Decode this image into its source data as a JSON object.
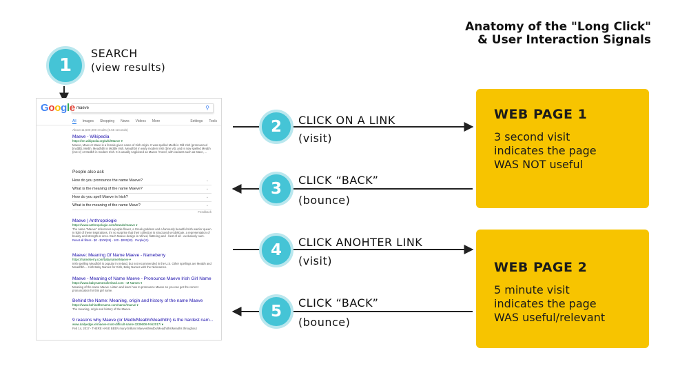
{
  "title": {
    "line1": "Anatomy of the \"Long Click\"",
    "line2": "& User Interaction Signals"
  },
  "steps": [
    {
      "number": "1",
      "label": "SEARCH",
      "sub": "(view results)"
    },
    {
      "number": "2",
      "label": "CLICK ON A LINK",
      "sub": "(visit)"
    },
    {
      "number": "3",
      "label": "CLICK “BACK”",
      "sub": "(bounce)"
    },
    {
      "number": "4",
      "label": "CLICK ANOHTER LINK",
      "sub": "(visit)"
    },
    {
      "number": "5",
      "label": "CLICK “BACK”",
      "sub": "(bounce)"
    }
  ],
  "web_pages": [
    {
      "title": "WEB PAGE 1",
      "lines": [
        "3 second visit",
        "indicates the page",
        "WAS NOT useful"
      ]
    },
    {
      "title": "WEB PAGE 2",
      "lines": [
        "5 minute visit",
        "indicates the page",
        "WAS useful/relevant"
      ]
    }
  ],
  "colors": {
    "step_fill": "#45c4d6",
    "step_ring": "#b9e7ee",
    "box_fill": "#f7c400",
    "arrow": "#222222"
  },
  "serp": {
    "logo": [
      "G",
      "o",
      "o",
      "g",
      "l",
      "e"
    ],
    "logo_colors": [
      "#4285f4",
      "#ea4335",
      "#fbbc05",
      "#4285f4",
      "#34a853",
      "#ea4335"
    ],
    "query": "maeve",
    "search_icon": "magnifier-icon",
    "tabs": [
      "All",
      "Images",
      "Shopping",
      "News",
      "Videos",
      "More"
    ],
    "tabs_right": [
      "Settings",
      "Tools"
    ],
    "result_count": "About 11,500,000 results (0.56 seconds)",
    "results_top": [
      {
        "title": "Maeve - Wikipedia",
        "url": "https://en.wikipedia.org/wiki/Maeve ▾",
        "text": "Maeve, Maev or Mave is a female given name of Irish origin. It was spelled Medb in Old Irish (pronounced [mɛðβ]), Meibh, Meadhbh in Middle Irish, Meadhbh in early modern Irish ([mʲeːvʲ]), and is now spelled Méabh (mʲeːvʲ) or Medbh in modern Irish. It is usually Anglicised as Maeve /'meɪv/, with variants such as Mave, ..."
      }
    ],
    "paa_heading": "People also ask",
    "paa_questions": [
      "How do you pronounce the name Maeve?",
      "What is the meaning of the name Maeve?",
      "How do you spell Maeve in Irish?",
      "What is the meaning of the name Mave?"
    ],
    "feedback": "Feedback",
    "results_bottom": [
      {
        "title": "Maeve | Anthropologie",
        "url": "https://www.anthropologie.com/brands/maeve ▾",
        "text": "The name \"Maeve\" references a purple flower, a Greek goddess and a famously beautiful Irish warrior queen. In light of these inspirations, it's no surprise that their collection is structured yet delicate, a representation of beauty and strength at once. Each Maeve design is refined, flattering and - best of all - exclusively ours.",
        "extra": "Reset all filters · $0 - $100(26) · 100 - $200(52) · Purple(11)"
      },
      {
        "title": "Maeve: Meaning Of Name Maeve - Nameberry",
        "url": "https://nameberry.com/babyname/Maeve ▾",
        "text": "Irish spelling Meadhbh is popular in Ireland, but not recommended in the U.S. Other spellings are Meabh and Meadhbh.... Irish Baby Names for Girls, Baby Names with the Nicknames."
      },
      {
        "title": "Maeve - Meaning of Name Maeve - Pronounce Maeve Irish Girl Name",
        "url": "https://www.babynamesofireland.com › M Names ▾",
        "text": "Meaning of the name Maeve. Listen and learn how to pronounce Maeve so you can get the correct pronunciation for this girl name."
      },
      {
        "title": "Behind the Name: Meaning, origin and history of the name Maeve",
        "url": "https://www.behindthename.com/name/maeve ▾",
        "text": "The meaning, origin and history of the Maeve."
      },
      {
        "title": "9 reasons why Maeve (or Medb/Meabh/Meadhbh) is the hardest nam...",
        "url": "www.dailyedge.ie/maeve-most-difficult-name-3239608-Feb2017/ ▾",
        "text": "Feb 14, 2017 - THERE HAVE BEEN many brilliant Maeves/Medbs/Meadhbhs/Meabhs throughout"
      }
    ]
  }
}
